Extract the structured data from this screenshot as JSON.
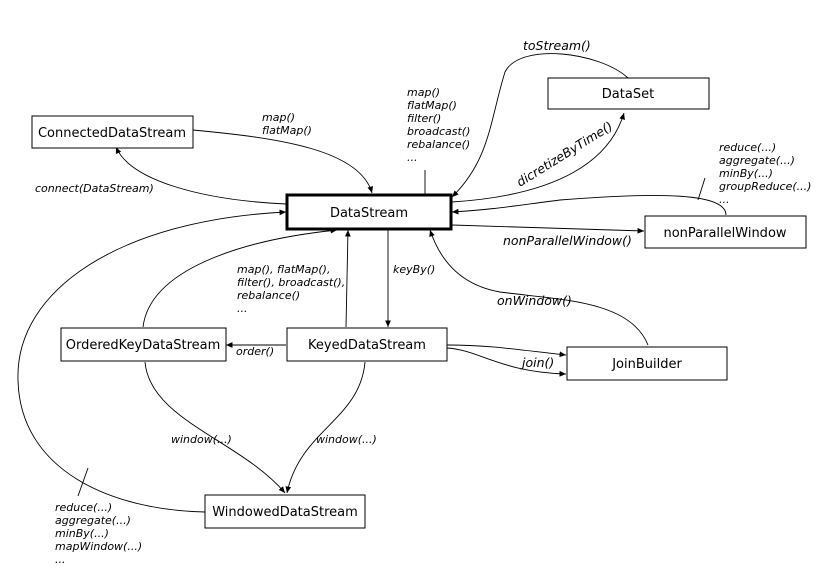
{
  "nodes": {
    "datastream": "DataStream",
    "connected": "ConnectedDataStream",
    "dataset": "DataSet",
    "nonparallel": "nonParallelWindow",
    "ordered": "OrderedKeyDataStream",
    "keyed": "KeyedDataStream",
    "joinbuilder": "JoinBuilder",
    "windowed": "WindowedDataStream"
  },
  "labels": {
    "to_stream": "toStream()",
    "dicretize": "dicretizeByTime()",
    "connect": "connect(DataStream)",
    "map_connected": [
      "map()",
      "flatMap()"
    ],
    "ds_ops": [
      "map()",
      "flatMap()",
      "filter()",
      "broadcast()",
      "rebalance()",
      "..."
    ],
    "np_ops": [
      "reduce(...)",
      "aggregate(...)",
      "minBy(...)",
      "groupReduce(...)",
      "..."
    ],
    "non_parallel_window": "nonParallelWindow()",
    "keyed_ops": [
      "map(), flatMap(),",
      "filter(), broadcast(),",
      "rebalance()",
      "..."
    ],
    "key_by": "keyBy()",
    "on_window": "onWindow()",
    "order": "order()",
    "join": "join()",
    "window_left": "window(...)",
    "window_right": "window(...)",
    "windowed_ops": [
      "reduce(...)",
      "aggregate(...)",
      "minBy(...)",
      "mapWindow(...)",
      "..."
    ]
  }
}
